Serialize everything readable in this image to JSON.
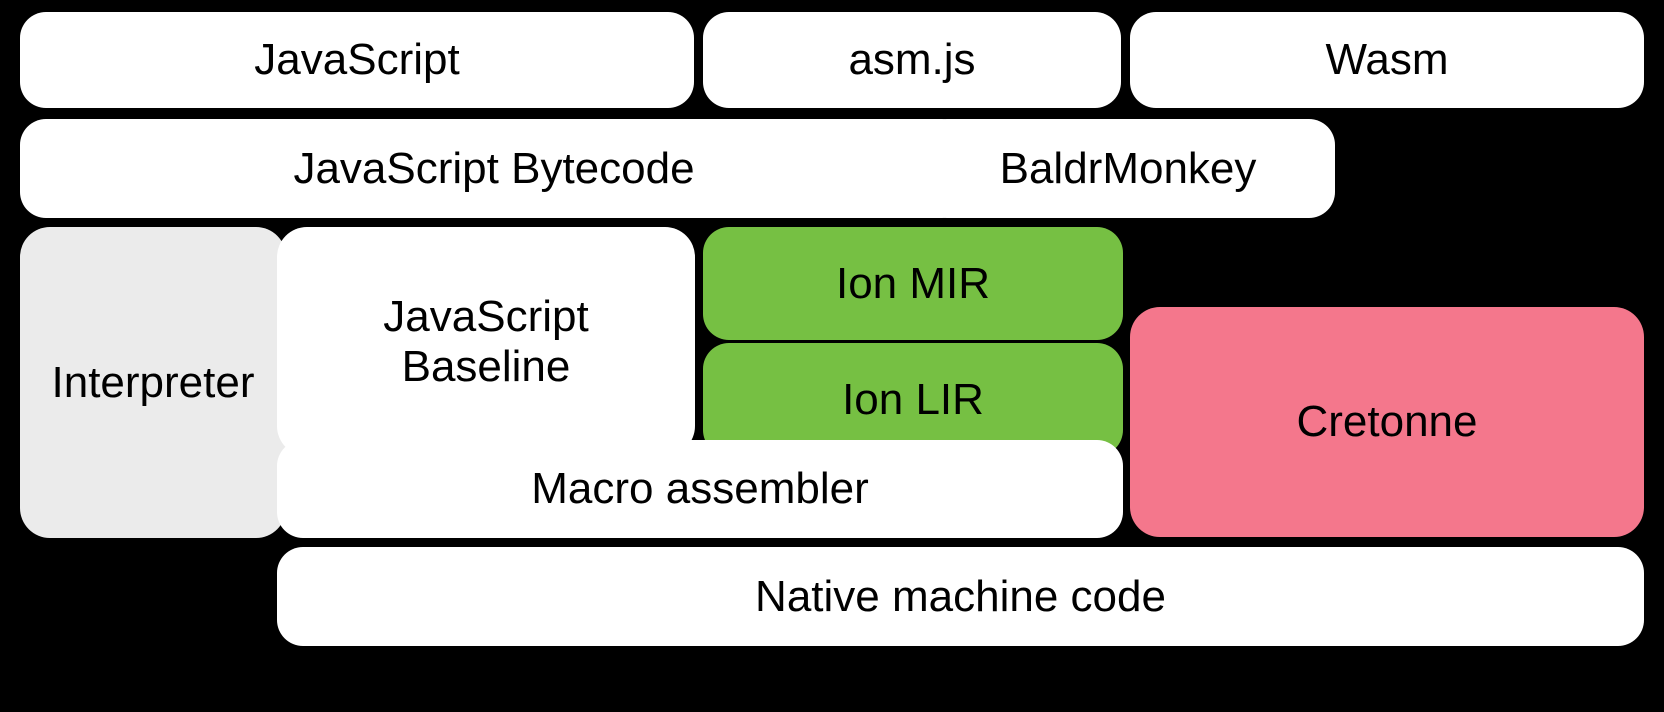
{
  "diagram": {
    "title": "SpiderMonkey compilation pipeline stack",
    "background_color": "#000000",
    "colors": {
      "default_box": "#ffffff",
      "green": "#76c043",
      "red": "#f4778c",
      "gray": "#ebebeb",
      "text": "#000000"
    },
    "rows": [
      {
        "name": "source-languages",
        "boxes": [
          "javascript",
          "asmjs",
          "wasm"
        ]
      },
      {
        "name": "intermediate-representations",
        "boxes": [
          "javascript-bytecode",
          "baldrmonkey"
        ]
      },
      {
        "name": "compilers-and-tiers",
        "boxes": [
          "interpreter",
          "javascript-baseline",
          "ion-mir",
          "ion-lir",
          "cretonne"
        ]
      },
      {
        "name": "backends",
        "boxes": [
          "macro-assembler",
          "cretonne"
        ]
      },
      {
        "name": "output",
        "boxes": [
          "native-machine-code"
        ]
      }
    ],
    "boxes": {
      "javascript": {
        "label": "JavaScript",
        "color": "#ffffff"
      },
      "asmjs": {
        "label": "asm.js",
        "color": "#ffffff"
      },
      "wasm": {
        "label": "Wasm",
        "color": "#ffffff"
      },
      "javascript_bytecode": {
        "label": "JavaScript Bytecode",
        "color": "#ffffff"
      },
      "baldrmonkey": {
        "label": "BaldrMonkey",
        "color": "#ffffff"
      },
      "interpreter": {
        "label": "Interpreter",
        "color": "#ebebeb"
      },
      "javascript_baseline": {
        "label": "JavaScript\nBaseline",
        "color": "#ffffff"
      },
      "ion_mir": {
        "label": "Ion MIR",
        "color": "#76c043"
      },
      "ion_lir": {
        "label": "Ion LIR",
        "color": "#76c043"
      },
      "cretonne": {
        "label": "Cretonne",
        "color": "#f4778c"
      },
      "macro_assembler": {
        "label": "Macro assembler",
        "color": "#ffffff"
      },
      "native_machine_code": {
        "label": "Native machine code",
        "color": "#ffffff"
      }
    }
  }
}
